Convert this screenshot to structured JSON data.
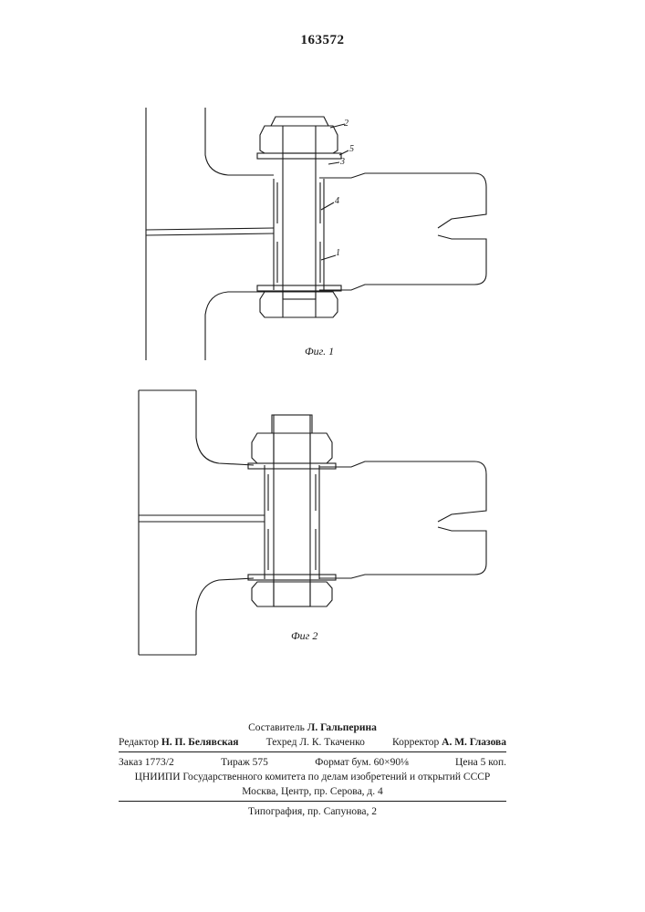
{
  "patent_number": "163572",
  "figures": [
    {
      "caption": "Фиг. 1",
      "part_labels": [
        "2",
        "5",
        "3",
        "4",
        "1"
      ]
    },
    {
      "caption": "Фиг 2"
    }
  ],
  "imprint": {
    "compiler": {
      "label": "Составитель",
      "name": "Л. Гальперина"
    },
    "editor": {
      "label": "Редактор",
      "name": "Н. П. Белявская"
    },
    "techred": {
      "label": "Техред",
      "name": "Л. К. Ткаченко"
    },
    "corrector": {
      "label": "Корректор",
      "name": "А. М. Глазова"
    },
    "order": "Заказ 1773/2",
    "circulation": "Тираж 575",
    "format": "Формат бум. 60×90⅛",
    "price": "Цена 5 коп.",
    "org": "ЦНИИПИ Государственного комитета по делам изобретений и открытий СССР",
    "address": "Москва, Центр, пр. Серова, д. 4",
    "printer": "Типография, пр. Сапунова, 2"
  }
}
